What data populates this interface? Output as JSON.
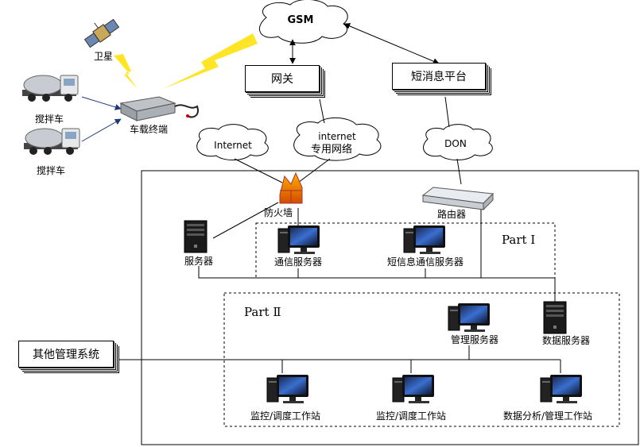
{
  "nodes": {
    "gsm": "GSM",
    "satellite": "卫星",
    "gateway": "网关",
    "sms_platform": "短消息平台",
    "truck_1": "搅拌车",
    "truck_2": "搅拌车",
    "vehicle_terminal": "车载终端",
    "internet": "Internet",
    "internet_private_line1": "internet",
    "internet_private_line2": "专用网络",
    "don": "DON",
    "firewall": "防火墙",
    "router": "路由器",
    "server": "服务器",
    "comm_server": "通信服务器",
    "sms_comm_server": "短信息通信服务器",
    "mgmt_server": "管理服务器",
    "data_server": "数据服务器",
    "other_systems": "其他管理系统",
    "workstation_1": "监控/调度工作站",
    "workstation_2": "监控/调度工作站",
    "workstation_3": "数据分析/管理工作站"
  },
  "parts": {
    "part1": "Part Ⅰ",
    "part2": "Part Ⅱ"
  }
}
